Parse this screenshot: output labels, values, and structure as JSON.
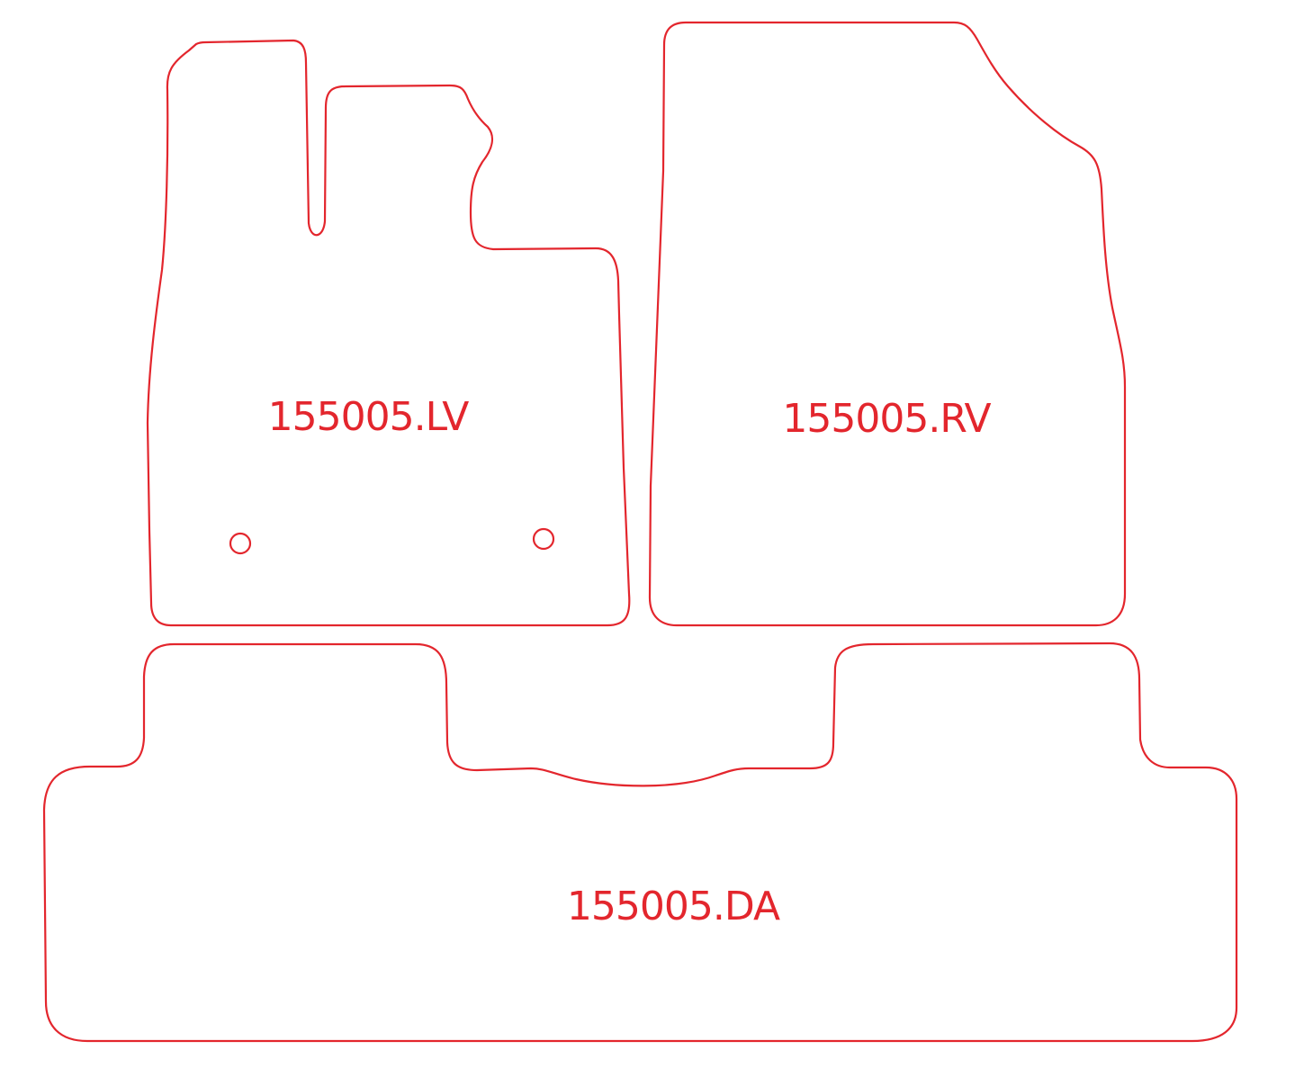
{
  "colors": {
    "outline": "#e3262d",
    "label": "#e3262d",
    "background": "#ffffff"
  },
  "mats": {
    "front_left": {
      "label": "155005.LV",
      "fixing_clips": 2
    },
    "front_right": {
      "label": "155005.RV"
    },
    "rear": {
      "label": "155005.DA"
    }
  }
}
